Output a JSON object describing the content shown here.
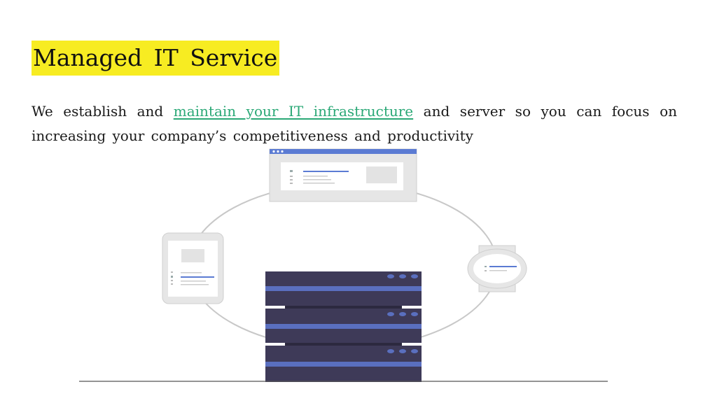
{
  "slide": {
    "title": "Managed IT Service",
    "paragraph_before": "We establish and ",
    "paragraph_link": "maintain your IT infrastructure",
    "paragraph_after": " and server so you can focus on increasing your company’s competitiveness and productivity"
  },
  "illustration": {
    "icons": [
      "browser-window-icon",
      "tablet-device-icon",
      "smartwatch-device-icon",
      "server-rack-icon"
    ],
    "colors": {
      "ring": "#c8c8c8",
      "device_fill": "#e6e6e6",
      "accent_blue": "#5b7bd3",
      "server_dark": "#3e3a58",
      "server_band": "#5a6fbf",
      "title_highlight": "#f7ec22",
      "link_green": "#2aa876"
    }
  }
}
